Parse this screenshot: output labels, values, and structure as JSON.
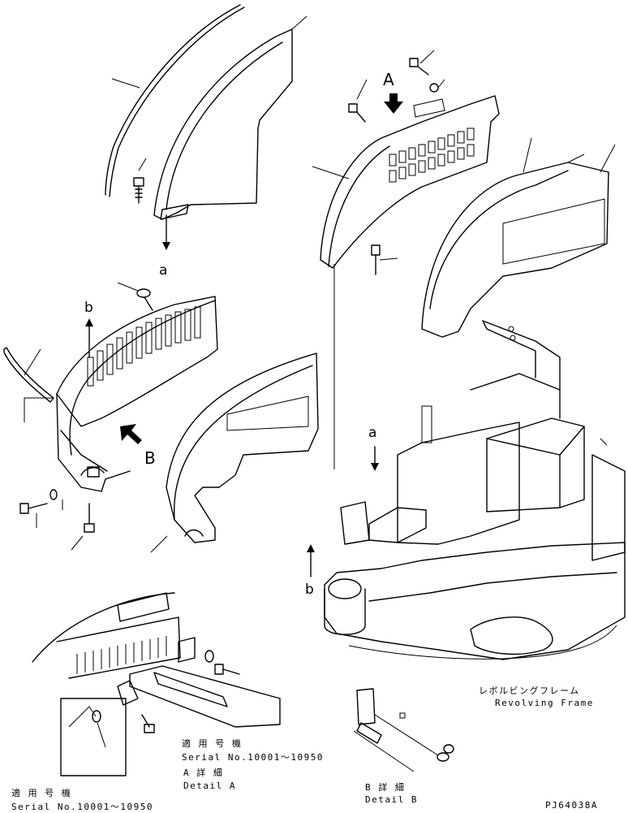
{
  "callouts": {
    "view_A": "A",
    "view_B": "B",
    "ref_a_top": "a",
    "ref_b_left": "b",
    "ref_a_frame": "a",
    "ref_b_frame": "b"
  },
  "revolving_frame": {
    "label_jp": "レボルビングフレーム",
    "label_en": "Revolving Frame"
  },
  "detail_A": {
    "serial_jp": "適 用 号 機",
    "serial_range": "Serial No.10001～10950",
    "title_jp": "A 詳 細",
    "title_en": "Detail A"
  },
  "detail_B": {
    "title_jp": "B 詳 細",
    "title_en": "Detail B"
  },
  "bottom_left": {
    "serial_jp": "適 用 号 機",
    "serial_range": "Serial No.10001～10950"
  },
  "drawing_code": "PJ64038A",
  "colors": {
    "ink": "#000000",
    "paper": "#ffffff"
  }
}
